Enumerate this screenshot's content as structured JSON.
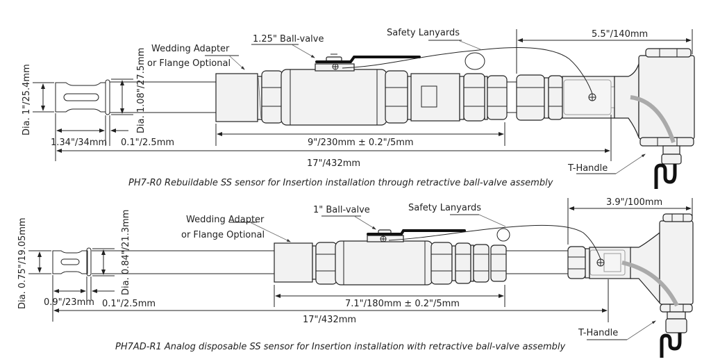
{
  "diagrams": [
    {
      "id": "ph7-r0",
      "caption": "PH7-R0 Rebuildable SS sensor for Insertion installation through retractive ball-valve assembly",
      "labels": {
        "adapter_line1": "Wedding Adapter",
        "adapter_line2": "or Flange Optional",
        "ball_valve": "1.25\" Ball-valve",
        "lanyards": "Safety Lanyards",
        "t_handle": "T-Handle"
      },
      "dimensions": {
        "tip_diameter": "Dia. 1\"/25.4mm",
        "shaft_diameter": "Dia. 1.08\"/27.5mm",
        "tip_length": "1.34\"/34mm",
        "groove_width": "0.1\"/2.5mm",
        "valve_span": "9\"/230mm ± 0.2\"/5mm",
        "total_length": "17\"/432mm",
        "handle_length": "5.5\"/140mm"
      }
    },
    {
      "id": "ph7ad-r1",
      "caption": "PH7AD-R1 Analog disposable SS sensor for Insertion installation with retractive ball-valve assembly",
      "labels": {
        "adapter_line1": "Wedding Adapter",
        "adapter_line2": "or Flange Optional",
        "ball_valve": "1\" Ball-valve",
        "lanyards": "Safety Lanyards",
        "t_handle": "T-Handle"
      },
      "dimensions": {
        "tip_diameter": "Dia. 0.75\"/19.05mm",
        "shaft_diameter": "Dia. 0.84\"/21.3mm",
        "tip_length": "0.9\"/23mm",
        "groove_width": "0.1\"/2.5mm",
        "valve_span": "7.1\"/180mm ± 0.2\"/5mm",
        "total_length": "17\"/432mm",
        "handle_length": "3.9\"/100mm"
      }
    }
  ]
}
